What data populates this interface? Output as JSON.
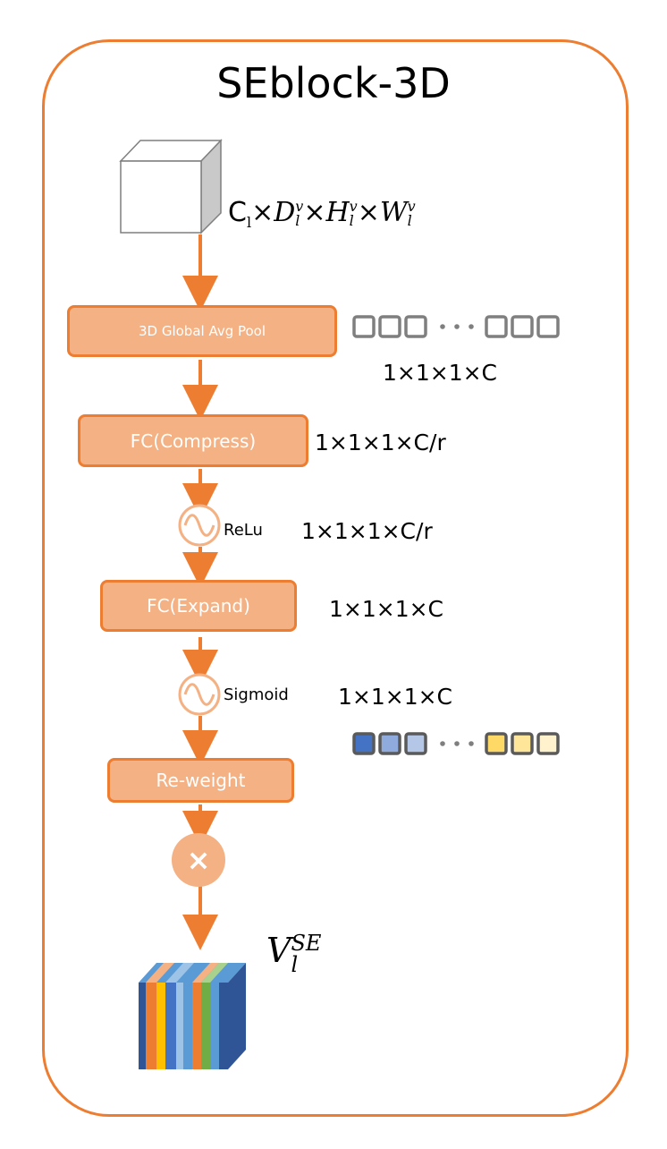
{
  "title": "SEblock-3D",
  "input_dims": {
    "c_part": "C",
    "c_sub": "l",
    "times": "×",
    "d": "D",
    "d_sup": "v",
    "d_sub": "l",
    "h": "H",
    "h_sup": "v",
    "h_sub": "l",
    "w": "W",
    "w_sup": "v",
    "w_sub": "l"
  },
  "steps": {
    "pool": {
      "label": "3D Global Avg Pool",
      "dims": "1×1×1×C"
    },
    "fc_compress": {
      "label": "FC(Compress)",
      "dims": "1×1×1×C/r"
    },
    "relu": {
      "label": "ReLu",
      "dims": "1×1×1×C/r"
    },
    "fc_expand": {
      "label": "FC(Expand)",
      "dims": "1×1×1×C"
    },
    "sigmoid": {
      "label": "Sigmoid",
      "dims": "1×1×1×C"
    },
    "reweight": {
      "label": "Re-weight"
    },
    "multiply": {
      "symbol": "×"
    }
  },
  "output": {
    "base": "V",
    "sub": "l",
    "sup": "SE"
  },
  "colors": {
    "accent": "#ED7D31",
    "box_fill": "#F4B183",
    "empty_square": "#7F7F7F",
    "weighted_squares": [
      "#4472C4",
      "#8FAADC",
      "#B4C7E7",
      "#FFD966",
      "#FFE699",
      "#FFF2CC"
    ]
  }
}
